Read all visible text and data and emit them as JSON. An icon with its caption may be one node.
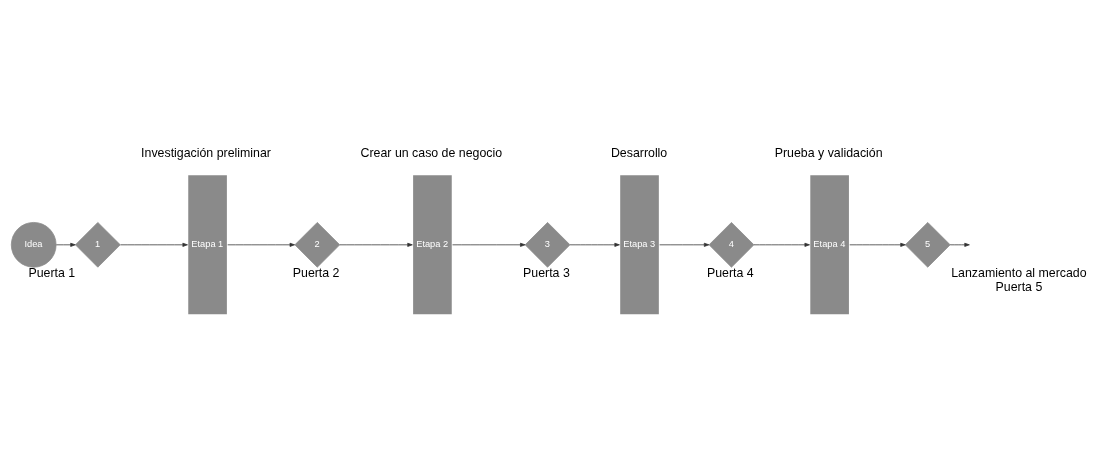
{
  "diagram": {
    "nodes": [
      {
        "text": [
          "Idea"
        ]
      },
      {
        "text": [
          "1"
        ],
        "beside": [
          "Puerta 1"
        ]
      },
      {
        "text": [
          "Investigación preliminar",
          "Etapa 1"
        ]
      },
      {
        "text": [
          "2"
        ],
        "beside": [
          "Puerta 2"
        ]
      },
      {
        "text": [
          "Crear un caso de negocio",
          "Etapa 2"
        ]
      },
      {
        "text": [
          "3"
        ],
        "beside": [
          "Puerta 3"
        ]
      },
      {
        "text": [
          "Desarrollo",
          "Etapa 3"
        ]
      },
      {
        "text": [
          "4"
        ],
        "beside": [
          "Puerta 4"
        ]
      },
      {
        "text": [
          "Prueba y validación",
          "Etapa 4"
        ]
      },
      {
        "text": [
          "5"
        ],
        "beside": [
          "Lanzamiento al mercado",
          "Puerta 5"
        ]
      }
    ],
    "edges": [
      {
        "from": 0,
        "to": 1,
        "arrow": "to"
      },
      {
        "from": 1,
        "to": 2,
        "arrow": "to"
      },
      {
        "from": 2,
        "to": 3,
        "arrow": "to"
      },
      {
        "from": 3,
        "to": 4,
        "arrow": "to"
      },
      {
        "from": 4,
        "to": 5,
        "arrow": "to"
      },
      {
        "from": 5,
        "to": 6,
        "arrow": "to"
      },
      {
        "from": 6,
        "to": 7,
        "arrow": "to"
      },
      {
        "from": 7,
        "to": 8,
        "arrow": "to"
      },
      {
        "from": 8,
        "to": 9,
        "arrow": "to"
      },
      {
        "from": 9,
        "to": null,
        "arrow": "to"
      }
    ]
  }
}
